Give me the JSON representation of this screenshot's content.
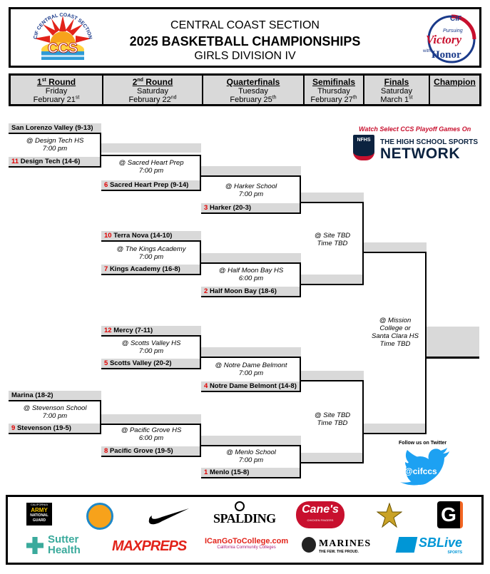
{
  "header": {
    "section": "CENTRAL COAST SECTION",
    "title": "2025 BASKETBALL CHAMPIONSHIPS",
    "division": "GIRLS DIVISION IV",
    "ccs_logo_arc_text": "CIF CENTRAL COAST SECTION",
    "ccs_logo_text": "CCS",
    "vh_logo": {
      "cif": "CIF",
      "pursuing": "Pursuing",
      "victory": "Victory",
      "with": "with",
      "honor": "Honor"
    }
  },
  "rounds": [
    {
      "name_main": "1",
      "name_sup": "st",
      "name_rest": " Round",
      "day": "Friday",
      "date_main": "February 21",
      "date_sup": "st"
    },
    {
      "name_main": "2",
      "name_sup": "nd",
      "name_rest": " Round",
      "day": "Saturday",
      "date_main": "February 22",
      "date_sup": "nd"
    },
    {
      "name_main": "Quarterfinals",
      "day": "Tuesday",
      "date_main": "February 25",
      "date_sup": "th"
    },
    {
      "name_main": "Semifinals",
      "day": "Thursday",
      "date_main": "February 27",
      "date_sup": "th"
    },
    {
      "name_main": "Finals",
      "day": "Saturday",
      "date_main": "March 1",
      "date_sup": "st"
    },
    {
      "name_main": "Champion"
    }
  ],
  "bracket": {
    "r1": [
      {
        "team_top": "San Lorenzo Valley (9-13)",
        "venue": "@ Design Tech HS",
        "time": "7:00 pm",
        "seed_bottom": "11",
        "team_bottom": "Design Tech (14-6)"
      },
      {
        "team_top": "Marina (18-2)",
        "venue": "@ Stevenson School",
        "time": "7:00 pm",
        "seed_bottom": "9",
        "team_bottom": "Stevenson (19-5)"
      }
    ],
    "r2": [
      {
        "venue": "@ Sacred Heart Prep",
        "time": "7:00 pm",
        "seed_bottom": "6",
        "team_bottom": "Sacred Heart Prep (9-14)"
      },
      {
        "seed_top": "10",
        "team_top": "Terra Nova (14-10)",
        "venue": "@ The Kings Academy",
        "time": "7:00 pm",
        "seed_bottom": "7",
        "team_bottom": "Kings Academy (16-8)"
      },
      {
        "seed_top": "12",
        "team_top": "Mercy (7-11)",
        "venue": "@ Scotts Valley HS",
        "time": "7:00 pm",
        "seed_bottom": "5",
        "team_bottom": "Scotts Valley (20-2)"
      },
      {
        "venue": "@ Pacific Grove HS",
        "time": "6:00 pm",
        "seed_bottom": "8",
        "team_bottom": "Pacific Grove (19-5)"
      }
    ],
    "qf": [
      {
        "venue": "@ Harker School",
        "time": "7:00 pm",
        "seed_bottom": "3",
        "team_bottom": "Harker (20-3)"
      },
      {
        "venue": "@ Half Moon Bay HS",
        "time": "6:00 pm",
        "seed_bottom": "2",
        "team_bottom": "Half Moon Bay (18-6)"
      },
      {
        "venue": "@ Notre Dame Belmont",
        "time": "7:00 pm",
        "seed_bottom": "4",
        "team_bottom": "Notre Dame Belmont (14-8)"
      },
      {
        "venue": "@ Menlo School",
        "time": "7:00 pm",
        "seed_bottom": "1",
        "team_bottom": "Menlo (15-8)"
      }
    ],
    "sf": [
      {
        "venue": "@ Site TBD",
        "time": "Time TBD"
      },
      {
        "venue": "@ Site TBD",
        "time": "Time TBD"
      }
    ],
    "final": {
      "l1": "@ Mission",
      "l2": "College or",
      "l3": "Santa Clara HS",
      "l4": "Time TBD"
    }
  },
  "nfhs": {
    "watch": "Watch Select CCS Playoff Games On",
    "badge": "NFHS",
    "line1": "THE HIGH SCHOOL SPORTS",
    "line2": "NETWORK"
  },
  "twitter": {
    "follow": "Follow us on Twitter",
    "handle": "@cifccs"
  },
  "sponsors": {
    "army_small": "CALIFORNIA",
    "army1": "ARMY",
    "army2": "NATIONAL",
    "army3": "GUARD",
    "nike": "✓",
    "spalding": "SPALDING",
    "canes": "Cane's",
    "canes_small": "CHICKEN FINGERS",
    "gatorade": "G",
    "sutter1": "Sutter",
    "sutter2": "Health",
    "maxpreps": "MAXPREPS",
    "icango": "ICanGoToCollege.com",
    "icango_small": "California Community Colleges",
    "marines": "MARINES",
    "marines_small": "THE FEW. THE PROUD.",
    "sblive": "SBLive",
    "sblive_small": "SPORTS"
  },
  "colors": {
    "gray": "#d9d9d9",
    "seed": "#e00000",
    "twitter": "#1da1f2",
    "nfhs_red": "#c8102e",
    "nfhs_blue": "#0c2340"
  }
}
